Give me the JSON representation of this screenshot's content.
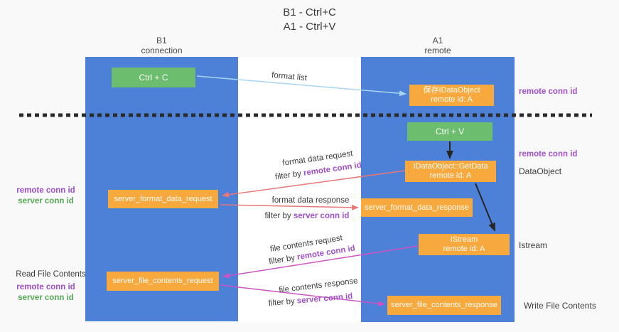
{
  "title": {
    "lines": [
      "B1 - Ctrl+C",
      "A1 - Ctrl+V"
    ]
  },
  "lanes": {
    "b1": {
      "name": "B1",
      "subtitle": "connection"
    },
    "a1": {
      "name": "A1",
      "subtitle": "remote"
    }
  },
  "nodes": {
    "ctrl_c": {
      "label": "Ctrl + C"
    },
    "save_idataobject": {
      "line1": "保存IDataObject",
      "line2": "remote id: A"
    },
    "ctrl_v": {
      "label": "Ctrl + V"
    },
    "idataobject_getdata": {
      "line1": "IDataObject::GetData",
      "line2": "remote id: A"
    },
    "server_format_data_request": {
      "label": "server_format_data_request"
    },
    "server_format_data_response": {
      "label": "server_format_data_response"
    },
    "istream": {
      "line1": "IStream",
      "line2": "remote id: A"
    },
    "server_file_contents_request": {
      "label": "server_file_contents_request"
    },
    "server_file_contents_response": {
      "label": "server_file_contents_response"
    }
  },
  "edge_labels": {
    "format_list": "format list",
    "format_data_request": "format data request",
    "format_data_response": "format data response",
    "file_contents_request": "file contents request",
    "file_contents_response": "file contents response",
    "filter_by": "filter by",
    "remote_conn_id": "remote conn id",
    "server_conn_id": "server conn id"
  },
  "annotations": {
    "remote_conn_id": "remote conn id",
    "server_conn_id": "server conn id",
    "dataobject": "DataObject",
    "istream": "Istream",
    "read_file_contents": "Read File Contents",
    "write_file_contents": "Write File Contents"
  },
  "colors": {
    "lane_blue": "#4d80d7",
    "node_green": "#6cbe6e",
    "node_orange": "#f8a93d",
    "arrow_light_blue": "#a9d5f5",
    "arrow_red": "#e97878",
    "arrow_magenta": "#cb54c4",
    "arrow_black": "#262626",
    "label_purple": "#a050c8",
    "label_green": "#55a855"
  }
}
